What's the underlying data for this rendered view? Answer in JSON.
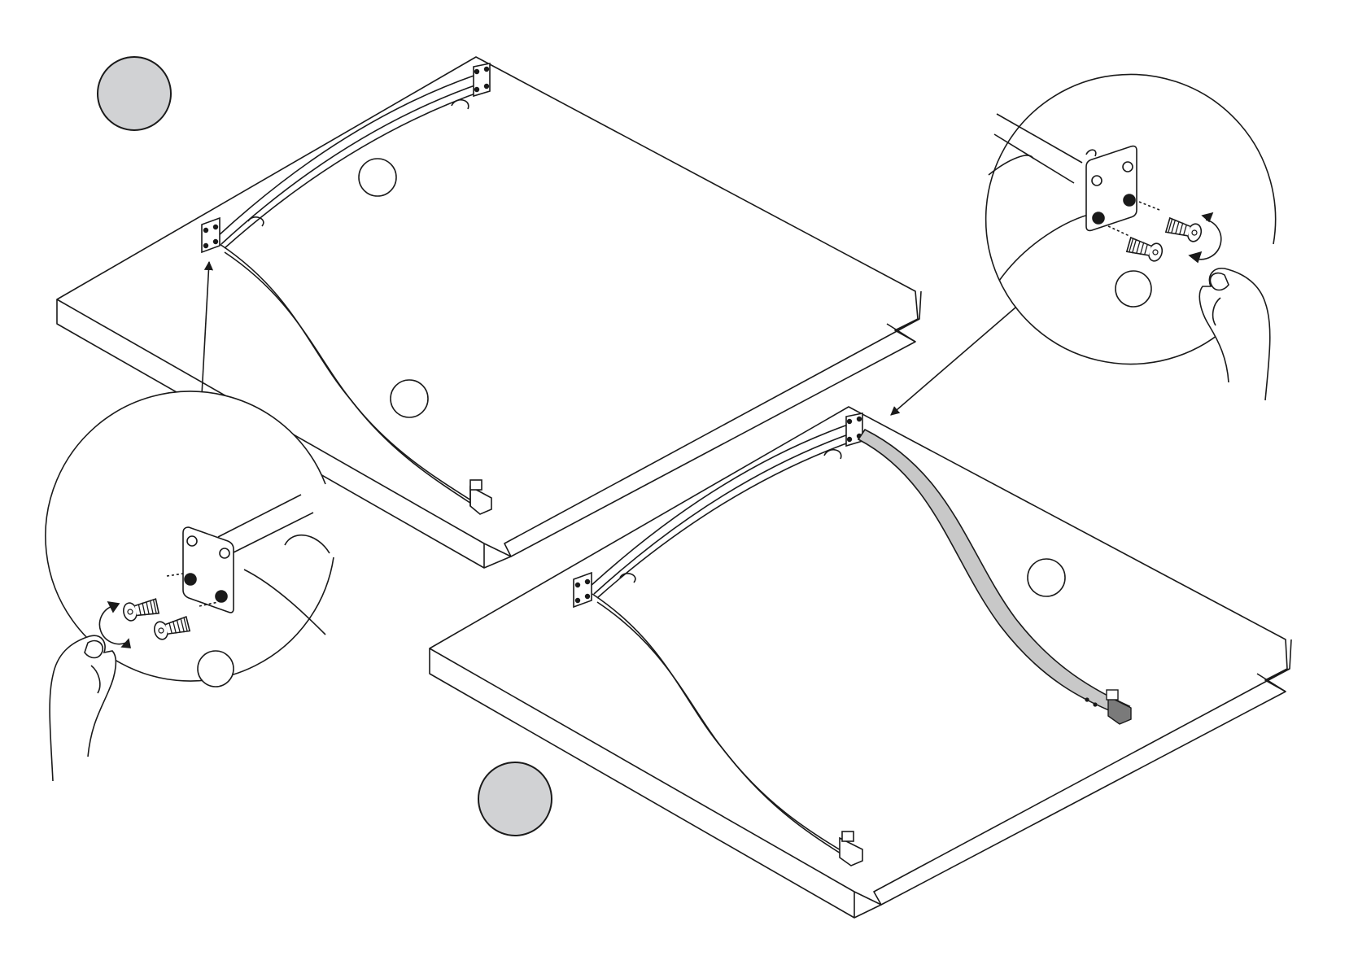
{
  "diagram": {
    "colors": {
      "line": "#1a1a1a",
      "step_badge_fill": "#d1d2d4",
      "highlight_rail_fill": "#c8c8c8",
      "background": "#ffffff"
    },
    "step_badges": [
      {
        "id": "step-badge-1",
        "label": ""
      },
      {
        "id": "step-badge-2",
        "label": ""
      }
    ],
    "callout_markers": [
      {
        "id": "marker-a",
        "label": ""
      },
      {
        "id": "marker-b",
        "label": ""
      },
      {
        "id": "marker-c",
        "label": ""
      },
      {
        "id": "marker-d",
        "label": ""
      },
      {
        "id": "marker-e",
        "label": ""
      }
    ],
    "icons": [
      "rotate-arrow-icon",
      "pointer-arrow-icon",
      "screw-icon",
      "hand-icon"
    ]
  }
}
